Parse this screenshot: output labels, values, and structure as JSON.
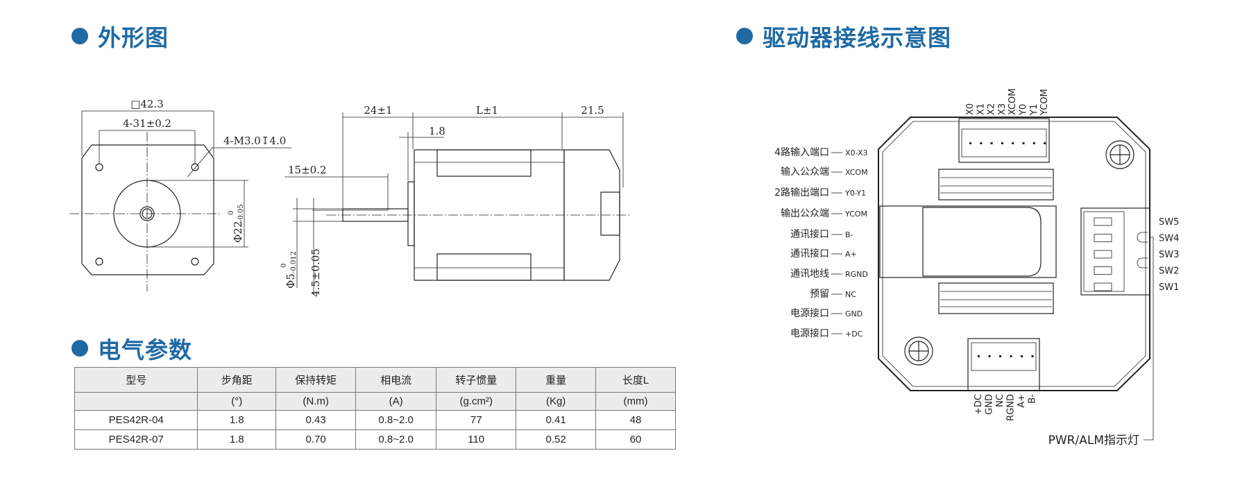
{
  "sections": {
    "outline": "外形图",
    "wiring": "驱动器接线示意图",
    "electrical": "电气参数"
  },
  "outline_dims": {
    "square": "□42.3",
    "hole_spacing": "4-31±0.2",
    "thread": "4-M3.0↧4.0",
    "boss_dia": "Φ22",
    "boss_tol_up": "0",
    "boss_tol_down": "-0.05",
    "shaft_len": "24±1",
    "body_len": "L±1",
    "rear_len": "21.5",
    "flange": "1.8",
    "flat_len": "15±0.2",
    "shaft_dia": "Φ5",
    "shaft_tol_up": "0",
    "shaft_tol_down": "-0.012",
    "flat_depth": "4.5±0.05"
  },
  "wiring": {
    "left_labels": [
      {
        "name": "4路输入端口",
        "tag": "X0-X3"
      },
      {
        "name": "输入公众端",
        "tag": "XCOM"
      },
      {
        "name": "2路输出端口",
        "tag": "Y0-Y1"
      },
      {
        "name": "输出公众端",
        "tag": "YCOM"
      },
      {
        "name": "通讯接口",
        "tag": "B-"
      },
      {
        "name": "通讯接口",
        "tag": "A+"
      },
      {
        "name": "通讯地线",
        "tag": "RGND"
      },
      {
        "name": "预留",
        "tag": "NC"
      },
      {
        "name": "电源接口",
        "tag": "GND"
      },
      {
        "name": "电源接口",
        "tag": "+DC"
      }
    ],
    "top_pins": [
      "X0",
      "X1",
      "X2",
      "X3",
      "XCOM",
      "Y0",
      "Y1",
      "YCOM"
    ],
    "bottom_pins": [
      "+DC",
      "GND",
      "NC",
      "RGND",
      "A+",
      "B-"
    ],
    "switches": [
      "SW5",
      "SW4",
      "SW3",
      "SW2",
      "SW1"
    ],
    "indicator": "PWR/ALM指示灯"
  },
  "table": {
    "headers": [
      "型号",
      "步角距",
      "保持转矩",
      "相电流",
      "转子惯量",
      "重量",
      "长度L"
    ],
    "units": [
      "",
      "(°)",
      "(N.m)",
      "(A)",
      "(g.cm²)",
      "(Kg)",
      "(mm)"
    ],
    "rows": [
      [
        "PES42R-04",
        "1.8",
        "0.43",
        "0.8~2.0",
        "77",
        "0.41",
        "48"
      ],
      [
        "PES42R-07",
        "1.8",
        "0.70",
        "0.8~2.0",
        "110",
        "0.52",
        "60"
      ]
    ]
  }
}
